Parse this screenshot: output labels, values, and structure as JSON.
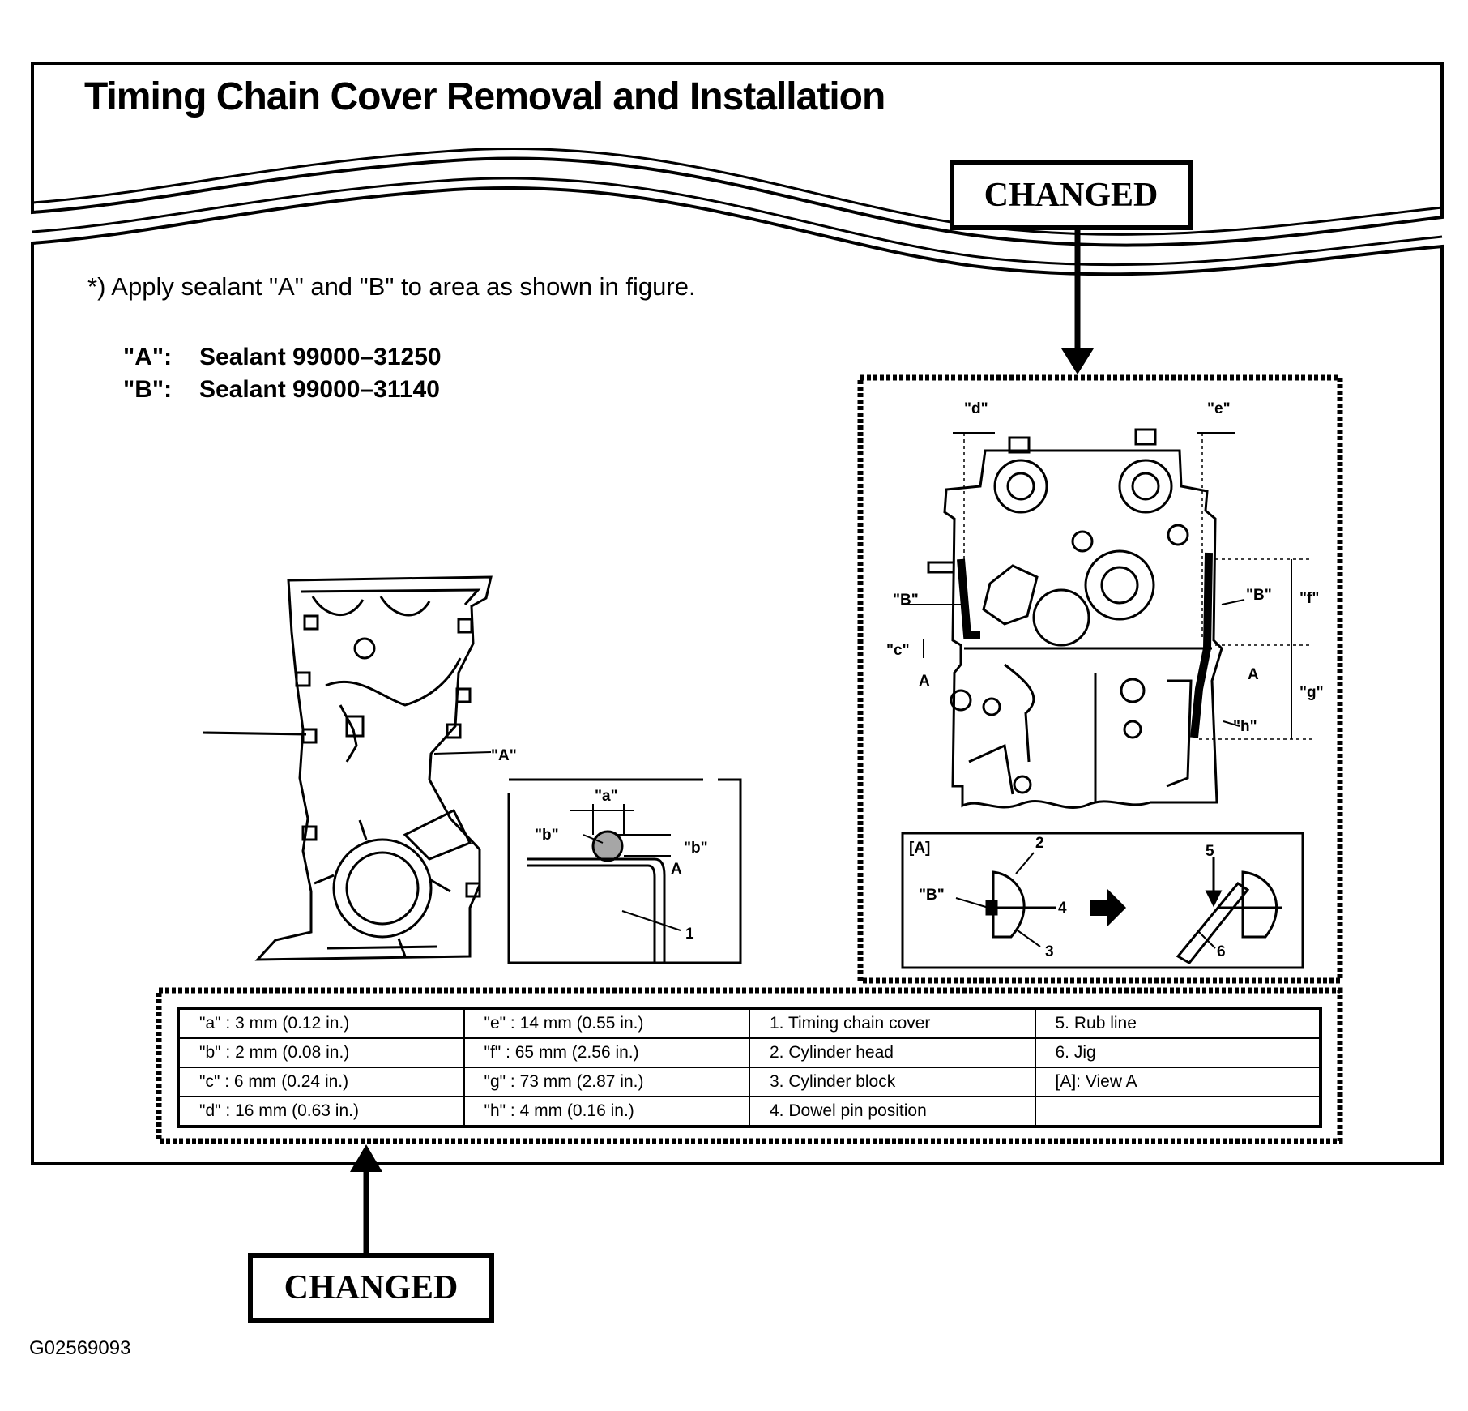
{
  "title": "Timing Chain Cover Removal and Installation",
  "note": "*) Apply sealant \"A\" and \"B\" to area as shown in figure.",
  "sealants": [
    {
      "label": "\"A\":",
      "value": "Sealant 99000–31250"
    },
    {
      "label": "\"B\":",
      "value": "Sealant 99000–31140"
    }
  ],
  "changed_label": "CHANGED",
  "image_id": "G02569093",
  "legend": [
    [
      "\"a\" :  3 mm (0.12 in.)",
      "\"e\" :  14 mm (0.55 in.)",
      "1.  Timing chain cover",
      "5.  Rub line"
    ],
    [
      "\"b\" :  2 mm (0.08 in.)",
      "\"f\" :  65 mm (2.56 in.)",
      "2.  Cylinder head",
      "6.  Jig"
    ],
    [
      "\"c\" :  6 mm (0.24 in.)",
      "\"g\" :  73 mm (2.87 in.)",
      "3.  Cylinder block",
      "[A]:  View A"
    ],
    [
      "\"d\" :  16 mm (0.63 in.)",
      "\"h\" :  4 mm (0.16 in.)",
      "4.  Dowel pin position",
      ""
    ]
  ],
  "callouts": {
    "a": "\"a\"",
    "b": "\"b\"",
    "c": "\"c\"",
    "d": "\"d\"",
    "e": "\"e\"",
    "f": "\"f\"",
    "g": "\"g\"",
    "h": "\"h\"",
    "A": "\"A\"",
    "B": "\"B\"",
    "A_plain": "A",
    "n1": "1",
    "n2": "2",
    "n3": "3",
    "n4": "4",
    "n5": "5",
    "n6": "6",
    "viewA": "[A]"
  }
}
